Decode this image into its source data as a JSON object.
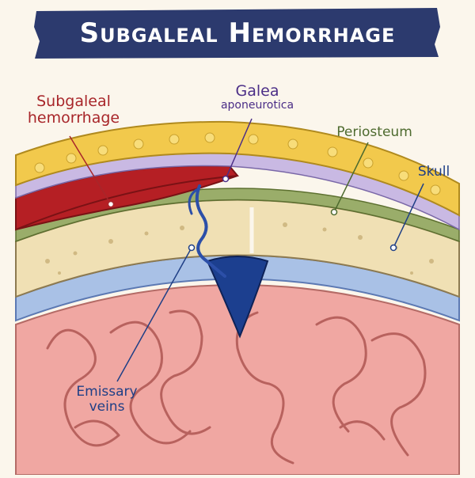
{
  "title": "Subgaleal Hemorrhage",
  "labels": {
    "subgaleal_hemorrhage": [
      "Subgaleal",
      "hemorrhage"
    ],
    "galea": [
      "Galea",
      "aponeurotica"
    ],
    "periosteum": "Periosteum",
    "skull": "Skull",
    "emissary_veins": [
      "Emissary",
      "veins"
    ]
  },
  "colors": {
    "banner": "#2c3a6e",
    "scalp_fat": "#f2c94c",
    "hemorrhage": "#b51f24",
    "galea_layer": "#c9b9e3",
    "periosteum_layer": "#9aad6a",
    "bone": "#f0e0b4",
    "dura": "#a9c1e6",
    "sinus": "#1c3f8f",
    "brain": "#f0a7a2"
  }
}
